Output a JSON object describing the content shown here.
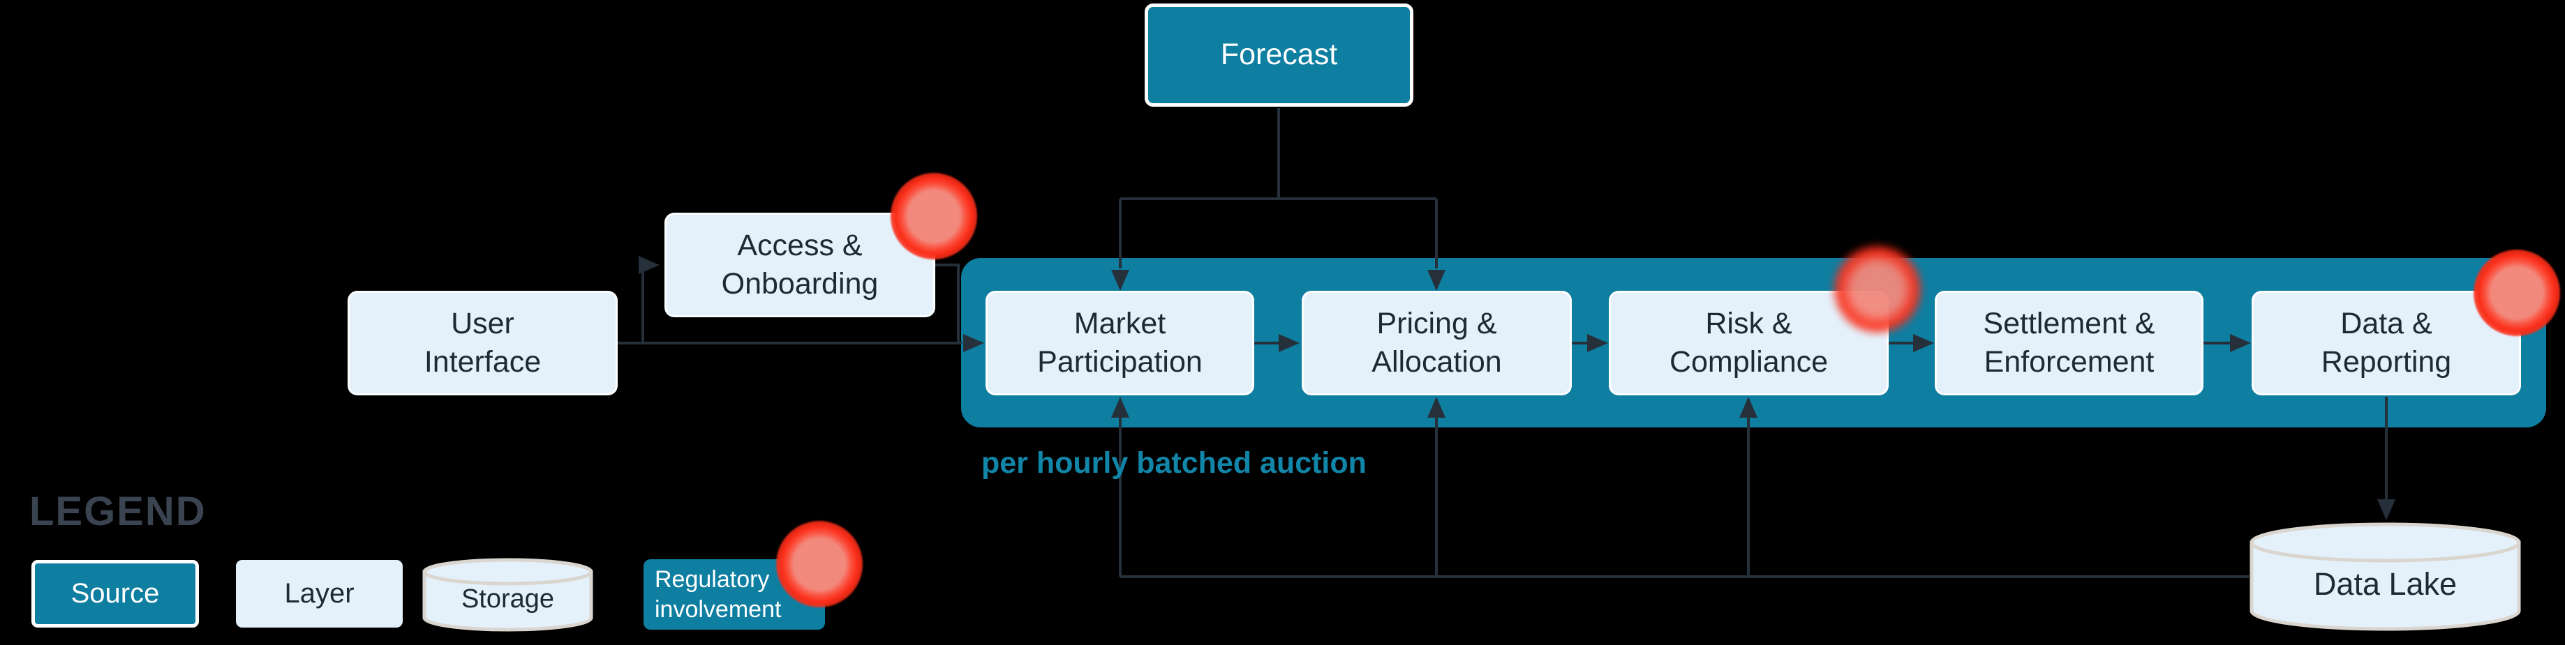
{
  "nodes": {
    "forecast": {
      "label": "Forecast",
      "alert": false
    },
    "user_interface": {
      "label": "User Interface",
      "alert": false
    },
    "access": {
      "label": "Access & Onboarding",
      "alert": true
    },
    "market": {
      "label": "Market Participation",
      "alert": false
    },
    "pricing": {
      "label": "Pricing & Allocation",
      "alert": false
    },
    "risk": {
      "label": "Risk & Compliance",
      "alert": true
    },
    "settlement": {
      "label": "Settlement & Enforcement",
      "alert": false
    },
    "data_reporting": {
      "label": "Data & Reporting",
      "alert": true
    },
    "data_lake": {
      "label": "Data Lake",
      "alert": false
    }
  },
  "band_caption": "per hourly batched auction",
  "legend": {
    "title": "LEGEND",
    "items": [
      {
        "label": "Source",
        "type": "source"
      },
      {
        "label": "Layer",
        "type": "layer"
      },
      {
        "label": "Storage",
        "type": "storage"
      },
      {
        "label": "Regulatory involvement",
        "type": "regulatory",
        "alert": true
      }
    ]
  },
  "colors": {
    "teal": "#0E7EA1",
    "light_box": "#E4F1FB",
    "line": "#26303B",
    "text_dark": "#1F2933",
    "caption": "#1186A9",
    "legend_title": "#3A4450",
    "cylinder_stroke": "#DAD5CF",
    "alert_red": "#FA2D18",
    "alert_core": "#F2897D"
  }
}
